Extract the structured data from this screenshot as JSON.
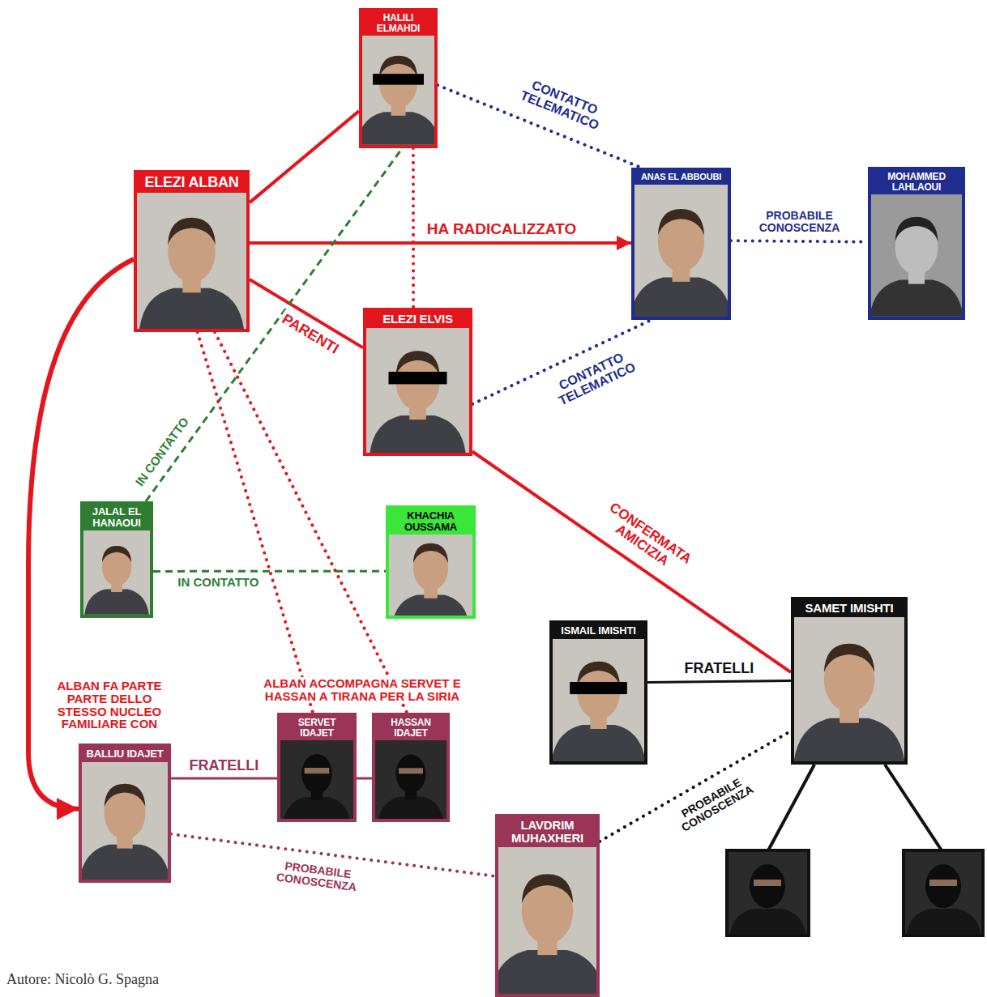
{
  "diagram": {
    "nodes": [
      {
        "text": [
          "HALILI ELMAHDI"
        ]
      },
      {
        "text": [
          "ELEZI ALBAN"
        ]
      },
      {
        "text": [
          "ANAS EL ABBOUBI"
        ]
      },
      {
        "text": [
          "MOHAMMED LAHLAOUI"
        ]
      },
      {
        "text": [
          "ELEZI ELVIS"
        ]
      },
      {
        "text": [
          "JALAL EL HANAOUI"
        ]
      },
      {
        "text": [
          "KHACHIA OUSSAMA"
        ]
      },
      {
        "text": [
          "SAMET IMISHTI"
        ]
      },
      {
        "text": [
          "ISMAIL IMISHTI"
        ]
      },
      {
        "text": [
          "BALLIU IDAJET"
        ]
      },
      {
        "text": [
          "SERVET IDAJET"
        ]
      },
      {
        "text": [
          "HASSAN IDAJET"
        ]
      },
      {
        "text": [
          "LAVDRIM MUHAXHERI"
        ]
      }
    ],
    "edges": [
      {
        "from": 1,
        "to": 0,
        "arrow": "none"
      },
      {
        "from": 1,
        "to": 2,
        "arrow": "to",
        "label": "HA RADICALIZZATO"
      },
      {
        "from": 1,
        "to": 4,
        "arrow": "none",
        "label": "PARENTI"
      },
      {
        "from": 0,
        "to": 4,
        "arrow": "none"
      },
      {
        "from": 0,
        "to": 2,
        "arrow": "none",
        "label": "CONTATTO TELEMATICO"
      },
      {
        "from": 2,
        "to": 3,
        "arrow": "none",
        "label": "PROBABILE CONOSCENZA"
      },
      {
        "from": 4,
        "to": 2,
        "arrow": "none",
        "label": "CONTATTO TELEMATICO"
      },
      {
        "from": 5,
        "to": 0,
        "arrow": "none",
        "label": "IN CONTATTO"
      },
      {
        "from": 5,
        "to": 6,
        "arrow": "none",
        "label": "IN CONTATTO"
      },
      {
        "from": 4,
        "to": 7,
        "arrow": "none",
        "label": "CONFERMATA AMICIZIA"
      },
      {
        "from": 1,
        "to": 9,
        "arrow": "to",
        "label": "ALBAN FA PARTE PARTE DELLO STESSO NUCLEO FAMILIARE CON"
      },
      {
        "from": 1,
        "to": 10,
        "arrow": "none"
      },
      {
        "from": 1,
        "to": 11,
        "arrow": "none"
      },
      {
        "from": 9,
        "to": 10,
        "arrow": "none",
        "label": "FRATELLI"
      },
      {
        "from": 10,
        "to": 11,
        "arrow": "none"
      },
      {
        "from": 8,
        "to": 7,
        "arrow": "none",
        "label": "FRATELLI"
      },
      {
        "from": 9,
        "to": 12,
        "arrow": "none",
        "label": "PROBABILE CONOSCENZA"
      },
      {
        "from": 12,
        "to": 7,
        "arrow": "none",
        "label": "PROBABILE CONOSCENZA"
      }
    ],
    "labels": [
      "ALBAN ACCOMPAGNA SERVET E HASSAN A TIRANA PER LA SIRIA",
      "Autore: Nicolò G. Spagna"
    ]
  }
}
